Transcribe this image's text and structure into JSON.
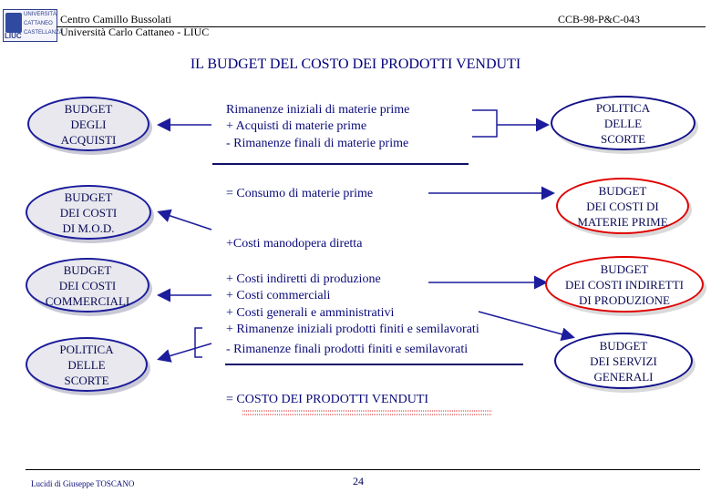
{
  "header": {
    "logo_lines": [
      "UNIVERSITÀ",
      "CATTANEO",
      "CASTELLANZA"
    ],
    "logo_abbr": "LIUC",
    "line1": "Centro Camillo Bussolati",
    "line2": "Università Carlo Cattaneo - LIUC",
    "code": "CCB-98-P&C-043"
  },
  "title": "IL BUDGET DEL COSTO DEI PRODOTTI VENDUTI",
  "left_ellipses": [
    {
      "label": "BUDGET\nDEGLI\nACQUISTI"
    },
    {
      "label": "BUDGET\nDEI COSTI\nDI M.O.D."
    },
    {
      "label": "BUDGET\nDEI COSTI\nCOMMERCIALI"
    },
    {
      "label": "POLITICA\nDELLE\nSCORTE"
    }
  ],
  "right_ellipses": [
    {
      "label": "POLITICA\nDELLE\nSCORTE"
    },
    {
      "label": "BUDGET\nDEI COSTI DI\nMATERIE PRIME"
    },
    {
      "label": "BUDGET\nDEI COSTI INDIRETTI\nDI PRODUZIONE"
    },
    {
      "label": "BUDGET\nDEI SERVIZI\nGENERALI"
    }
  ],
  "materials": [
    "Rimanenze iniziali di materie prime",
    "+ Acquisti di materie prime",
    "- Rimanenze finali di materie prime"
  ],
  "consumption": "= Consumo di  materie prime",
  "labor": "+Costi manodopera diretta",
  "other_costs": [
    "+ Costi indiretti di produzione",
    "+ Costi commerciali",
    "+ Costi generali e amministrativi",
    "+ Rimanenze iniziali prodotti finiti e semilavorati",
    "- Rimanenze finali prodotti finiti e semilavorati"
  ],
  "total": "= COSTO DEI PRODOTTI VENDUTI",
  "footer": {
    "author": "Lucidi di Giuseppe TOSCANO",
    "page": "24"
  },
  "colors": {
    "navy": "#1c1c9c",
    "red": "#e00000",
    "text": "#0a0a7a"
  }
}
